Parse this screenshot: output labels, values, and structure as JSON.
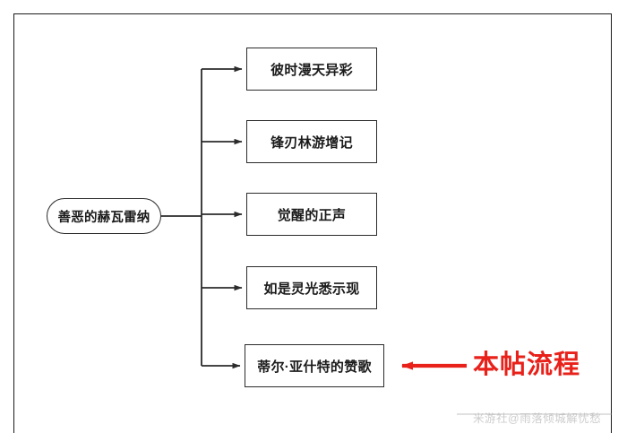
{
  "diagram": {
    "root": {
      "label": "善恶的赫瓦雷纳",
      "shape": "rounded-rectangle"
    },
    "branches": [
      {
        "label": "彼时漫天异彩"
      },
      {
        "label": "锋刃林游增记"
      },
      {
        "label": "觉醒的正声"
      },
      {
        "label": "如是灵光悉示现"
      },
      {
        "label": "蒂尔·亚什特的赞歌"
      }
    ],
    "annotation": {
      "text": "本帖流程",
      "color": "#e8211a",
      "arrow_direction": "left",
      "points_to": "蒂尔·亚什特的赞歌"
    },
    "colors": {
      "line": "#2b2b2b",
      "box_border": "#2b2b2b",
      "text": "#1a1a1a",
      "accent_red": "#e8211a",
      "background": "#ffffff",
      "watermark": "#b9b9b9"
    }
  },
  "watermark": {
    "text": "米游社@雨落倾城解忧愁"
  }
}
